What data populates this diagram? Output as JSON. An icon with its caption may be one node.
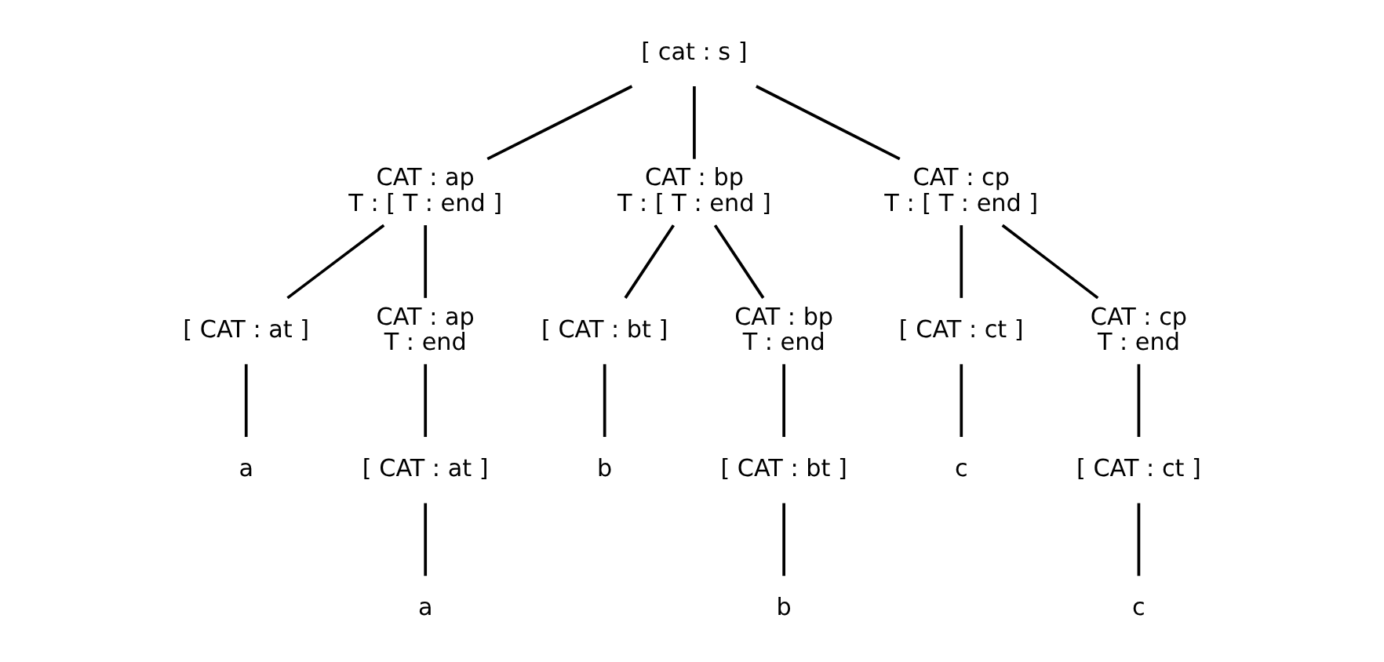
{
  "diagram": {
    "nodes": [
      {
        "text": [
          "[ cat : s ]"
        ]
      },
      {
        "text": [
          "CAT : ap",
          "T : [ T : end ]"
        ]
      },
      {
        "text": [
          "CAT : bp",
          "T : [ T : end ]"
        ]
      },
      {
        "text": [
          "CAT : cp",
          "T : [ T : end ]"
        ]
      },
      {
        "text": [
          "CAT : ap",
          "T : end"
        ]
      },
      {
        "text": [
          "CAT : bp",
          "T : end"
        ]
      },
      {
        "text": [
          "CAT : cp",
          "T : end"
        ]
      },
      {
        "text": [
          "[ CAT : at ]"
        ]
      },
      {
        "text": [
          "[ CAT : at ]"
        ]
      },
      {
        "text": [
          "[ CAT : bt ]"
        ]
      },
      {
        "text": [
          "[ CAT : bt ]"
        ]
      },
      {
        "text": [
          "[ CAT : ct ]"
        ]
      },
      {
        "text": [
          "[ CAT : ct ]"
        ]
      },
      {
        "text": [
          "a"
        ]
      },
      {
        "text": [
          "a"
        ]
      },
      {
        "text": [
          "b"
        ]
      },
      {
        "text": [
          "b"
        ]
      },
      {
        "text": [
          "c"
        ]
      },
      {
        "text": [
          "c"
        ]
      }
    ],
    "edges": [
      {
        "from": 0,
        "to": 1,
        "arrow": "none"
      },
      {
        "from": 0,
        "to": 2,
        "arrow": "none"
      },
      {
        "from": 0,
        "to": 3,
        "arrow": "none"
      },
      {
        "from": 1,
        "to": 7,
        "arrow": "none"
      },
      {
        "from": 1,
        "to": 4,
        "arrow": "none"
      },
      {
        "from": 4,
        "to": 8,
        "arrow": "none"
      },
      {
        "from": 2,
        "to": 9,
        "arrow": "none"
      },
      {
        "from": 2,
        "to": 5,
        "arrow": "none"
      },
      {
        "from": 5,
        "to": 10,
        "arrow": "none"
      },
      {
        "from": 3,
        "to": 11,
        "arrow": "none"
      },
      {
        "from": 3,
        "to": 6,
        "arrow": "none"
      },
      {
        "from": 6,
        "to": 12,
        "arrow": "none"
      },
      {
        "from": 7,
        "to": 13,
        "arrow": "none"
      },
      {
        "from": 8,
        "to": 14,
        "arrow": "none"
      },
      {
        "from": 9,
        "to": 15,
        "arrow": "none"
      },
      {
        "from": 10,
        "to": 16,
        "arrow": "none"
      },
      {
        "from": 11,
        "to": 17,
        "arrow": "none"
      },
      {
        "from": 12,
        "to": 18,
        "arrow": "none"
      }
    ]
  }
}
